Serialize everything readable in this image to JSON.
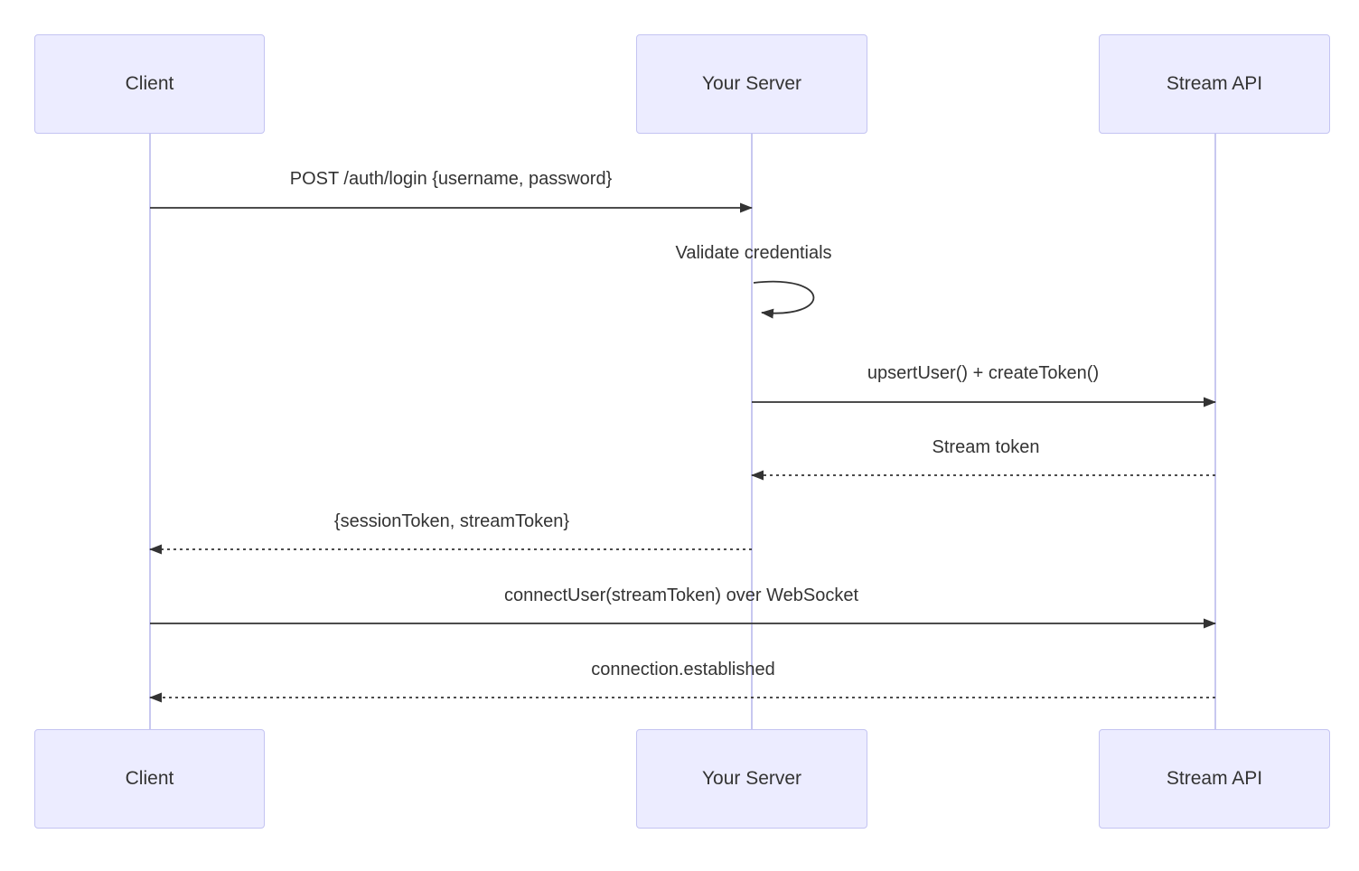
{
  "diagram": {
    "type": "sequence-diagram",
    "actors": [
      {
        "name": "Client"
      },
      {
        "name": "Your Server"
      },
      {
        "name": "Stream API"
      }
    ],
    "messages": [
      {
        "from": "Client",
        "to": "Your Server",
        "style": "solid",
        "text": "POST /auth/login {username, password}"
      },
      {
        "from": "Your Server",
        "to": "Your Server",
        "style": "self",
        "text": "Validate credentials"
      },
      {
        "from": "Your Server",
        "to": "Stream API",
        "style": "solid",
        "text": "upsertUser() + createToken()"
      },
      {
        "from": "Stream API",
        "to": "Your Server",
        "style": "dashed",
        "text": "Stream token"
      },
      {
        "from": "Your Server",
        "to": "Client",
        "style": "dashed",
        "text": "{sessionToken, streamToken}"
      },
      {
        "from": "Client",
        "to": "Stream API",
        "style": "solid",
        "text": "connectUser(streamToken) over WebSocket"
      },
      {
        "from": "Stream API",
        "to": "Client",
        "style": "dashed",
        "text": "connection.established"
      }
    ],
    "colors": {
      "actor_fill": "#ECECFF",
      "actor_border": "#C4C4F2",
      "lifeline": "#C8C8F0",
      "arrow": "#333333",
      "text": "#333333",
      "background": "#FFFFFF"
    }
  }
}
